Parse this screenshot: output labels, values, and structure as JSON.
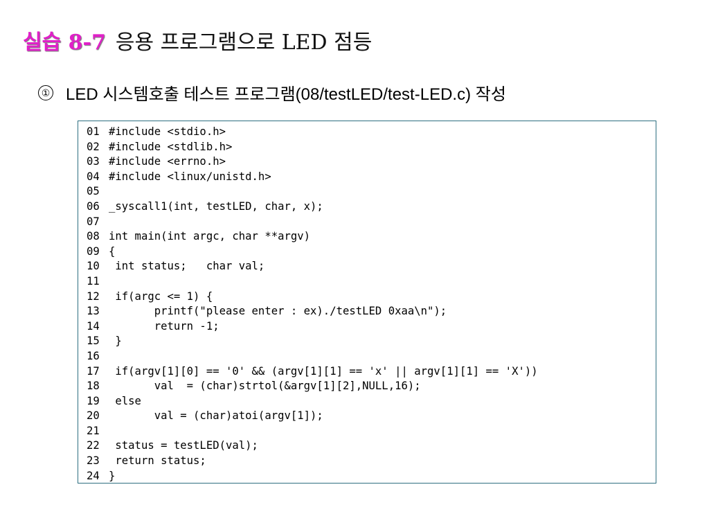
{
  "slide": {
    "title_label": "실습 8-7",
    "title_text": "응용 프로그램으로 LED 점등",
    "bullet_marker": "①",
    "bullet_text": "LED 시스템호출 테스트 프로그램(08/testLED/test-LED.c) 작성"
  },
  "code": {
    "lines": [
      {
        "num": "01",
        "text": "#include <stdio.h>"
      },
      {
        "num": "02",
        "text": "#include <stdlib.h>"
      },
      {
        "num": "03",
        "text": "#include <errno.h>"
      },
      {
        "num": "04",
        "text": "#include <linux/unistd.h>"
      },
      {
        "num": "05",
        "text": ""
      },
      {
        "num": "06",
        "text": "_syscall1(int, testLED, char, x);"
      },
      {
        "num": "07",
        "text": ""
      },
      {
        "num": "08",
        "text": "int main(int argc, char **argv)"
      },
      {
        "num": "09",
        "text": "{"
      },
      {
        "num": "10",
        "text": " int status;   char val;"
      },
      {
        "num": "11",
        "text": ""
      },
      {
        "num": "12",
        "text": " if(argc <= 1) {"
      },
      {
        "num": "13",
        "text": "       printf(\"please enter : ex)./testLED 0xaa\\n\");"
      },
      {
        "num": "14",
        "text": "       return -1;"
      },
      {
        "num": "15",
        "text": " }"
      },
      {
        "num": "16",
        "text": ""
      },
      {
        "num": "17",
        "text": " if(argv[1][0] == '0' && (argv[1][1] == 'x' || argv[1][1] == 'X'))"
      },
      {
        "num": "18",
        "text": "       val  = (char)strtol(&argv[1][2],NULL,16);"
      },
      {
        "num": "19",
        "text": " else"
      },
      {
        "num": "20",
        "text": "       val = (char)atoi(argv[1]);"
      },
      {
        "num": "21",
        "text": ""
      },
      {
        "num": "22",
        "text": " status = testLED(val);"
      },
      {
        "num": "23",
        "text": " return status;"
      },
      {
        "num": "24",
        "text": "}"
      }
    ]
  },
  "colors": {
    "title_label": "#e020c8",
    "code_border": "#2d6e80"
  }
}
